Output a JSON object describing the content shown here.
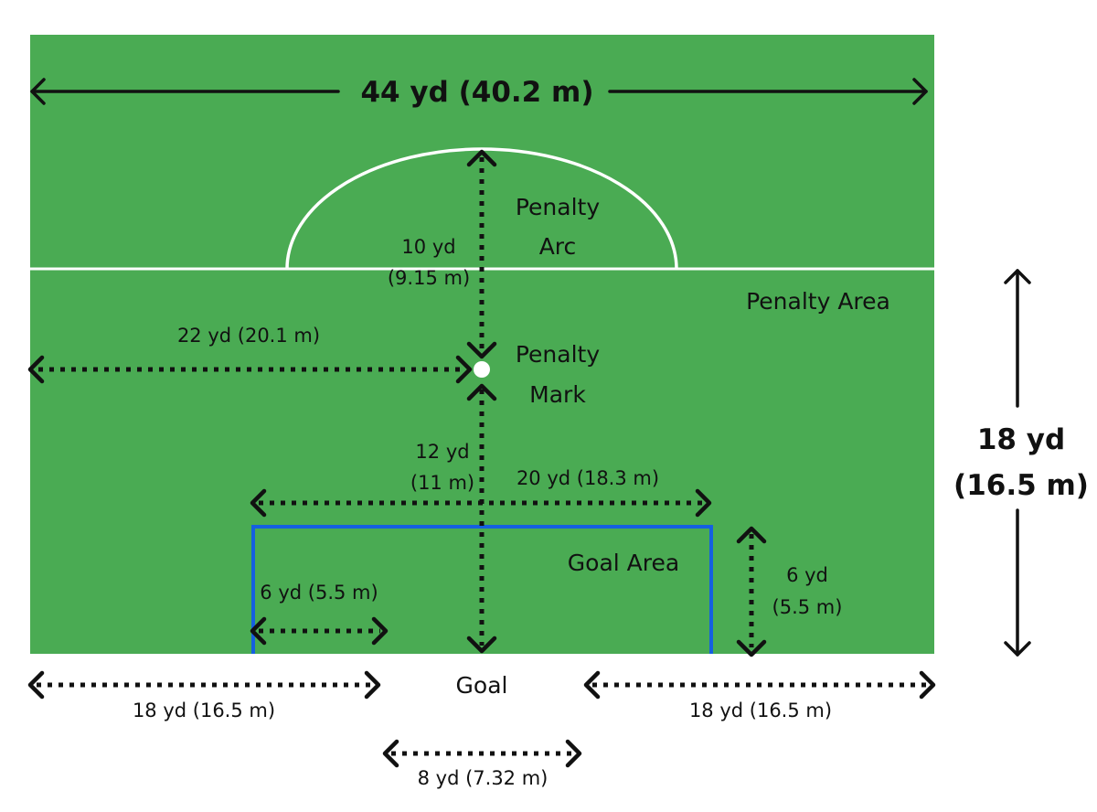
{
  "labels": {
    "width_44": "44 yd (40.2 m)",
    "penalty_arc_1": "Penalty",
    "penalty_arc_2": "Arc",
    "arc_10yd_1": "10 yd",
    "arc_10yd_2": "(9.15 m)",
    "penalty_area": "Penalty Area",
    "dist_22": "22 yd (20.1 m)",
    "penalty_mark_1": "Penalty",
    "penalty_mark_2": "Mark",
    "dist_12_1": "12 yd",
    "dist_12_2": "(11 m)",
    "dist_20": "20 yd (18.3 m)",
    "goal_area": "Goal Area",
    "dist_6_h": "6 yd (5.5 m)",
    "dist_6_v_1": "6 yd",
    "dist_6_v_2": "(5.5 m)",
    "depth_18_1": "18 yd",
    "depth_18_2": "(16.5 m)",
    "goal": "Goal",
    "bottom_left_18": "18 yd (16.5 m)",
    "bottom_right_18": "18 yd (16.5 m)",
    "goal_width": "8 yd (7.32 m)"
  },
  "colors": {
    "pitch": "#4aab53",
    "goal_area_line": "#1560e0",
    "lines": "#ffffff",
    "ink": "#111111"
  }
}
